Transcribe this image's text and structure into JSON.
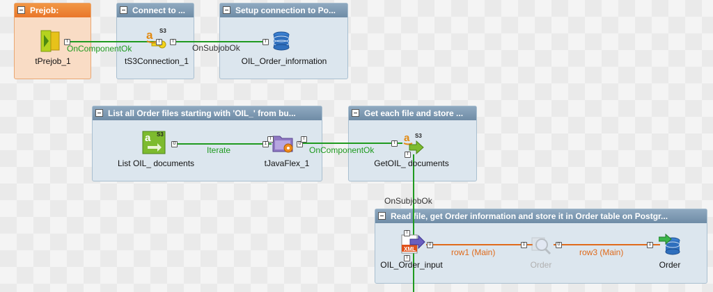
{
  "subjobs": {
    "prejob": {
      "title": "Prejob:"
    },
    "connect": {
      "title": "Connect to ..."
    },
    "setup": {
      "title": "Setup connection to Po..."
    },
    "list": {
      "title": "List all Order files starting with 'OIL_' from bu..."
    },
    "get": {
      "title": "Get each file and store ..."
    },
    "read": {
      "title": "Read file, get Order information and store it in Order table on Postgr..."
    }
  },
  "components": {
    "tprejob": {
      "label": "tPrejob_1",
      "icon": "prejob-icon"
    },
    "ts3conn": {
      "label": "tS3Connection_1",
      "icon": "s3-connection-icon"
    },
    "oil_order_info": {
      "label": "OIL_Order_information",
      "icon": "postgres-db-icon"
    },
    "list_docs": {
      "label": "List OIL_ documents",
      "icon": "s3-list-icon"
    },
    "tjavaflex": {
      "label": "tJavaFlex_1",
      "icon": "java-flex-icon"
    },
    "get_docs": {
      "label": "GetOIL_ documents",
      "icon": "s3-get-icon"
    },
    "order_input": {
      "label": "OIL_Order_input",
      "icon": "xml-input-icon"
    },
    "order_map": {
      "label": "Order",
      "icon": "magnifier-icon"
    },
    "order_out": {
      "label": "Order",
      "icon": "postgres-output-icon"
    }
  },
  "links": {
    "oncomponentok_1": "OnComponentOk",
    "onsubjobok_1": "OnSubjobOk",
    "iterate": "Iterate",
    "oncomponentok_2": "OnComponentOk",
    "onsubjobok_2": "OnSubjobOk",
    "row1": "row1 (Main)",
    "row3": "row3 (Main)"
  },
  "s3_badge": "S3",
  "xml_badge": "XML",
  "connector_marks": {
    "trigger": "T",
    "output": "O",
    "input": "I"
  },
  "colors": {
    "trigger_link": "#1f9a1f",
    "row_link": "#e06a1a",
    "subjob_header": "#7b96ae",
    "prejob_header": "#ee8735"
  }
}
